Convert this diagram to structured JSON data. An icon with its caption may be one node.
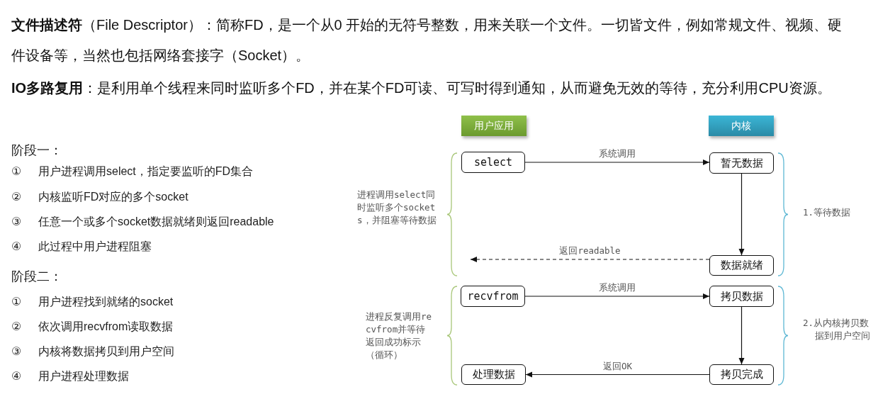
{
  "diagram": {
    "nodes": [
      {
        "text": [
          "用户应用"
        ]
      },
      {
        "text": [
          "内核"
        ]
      },
      {
        "text": [
          "select"
        ]
      },
      {
        "text": [
          "暂无数据"
        ]
      },
      {
        "text": [
          "数据就绪"
        ]
      },
      {
        "text": [
          "recvfrom"
        ]
      },
      {
        "text": [
          "拷贝数据"
        ]
      },
      {
        "text": [
          "处理数据"
        ]
      },
      {
        "text": [
          "拷贝完成"
        ]
      }
    ],
    "edges": [
      {
        "from": 2,
        "to": 3,
        "arrow": "to",
        "label": "系统调用"
      },
      {
        "from": 3,
        "to": 4,
        "arrow": "to"
      },
      {
        "from": 4,
        "to": null,
        "arrow": "to",
        "label": "返回readable",
        "style": "dashed"
      },
      {
        "from": 5,
        "to": 6,
        "arrow": "to",
        "label": "系统调用"
      },
      {
        "from": 6,
        "to": 8,
        "arrow": "to"
      },
      {
        "from": 8,
        "to": 7,
        "arrow": "to",
        "label": "返回OK"
      }
    ],
    "labels": [
      "**文件描述符**（File Descriptor）：简称FD，是一个从0 开始的无符号整数，用来关联一个文件。一切皆文件，例如常规文件、视频、硬件设备等，当然也包括网络套接字（Socket）。",
      "**IO多路复用**：是利用单个线程来同时监听多个FD，并在某个FD可读、可写时得到通知，从而避免无效的等待，充分利用CPU资源。",
      "阶段一：",
      "①",
      "用户进程调用select，指定要监听的FD集合",
      "②",
      "内核监听FD对应的多个socket",
      "③",
      "任意一个或多个socket数据就绪则返回readable",
      "④",
      "此过程中用户进程阻塞",
      "阶段二：",
      "①",
      "用户进程找到就绪的socket",
      "②",
      "依次调用recvfrom读取数据",
      "③",
      "内核将数据拷贝到用户空间",
      "④",
      "用户进程处理数据",
      "进程调用select同时监听多个sockets，并阻塞等待数据",
      "1.等待数据",
      "进程反复调用recvfrom并等待返回成功标示（循环）",
      "2.从内核拷贝数据到用户空间"
    ]
  }
}
